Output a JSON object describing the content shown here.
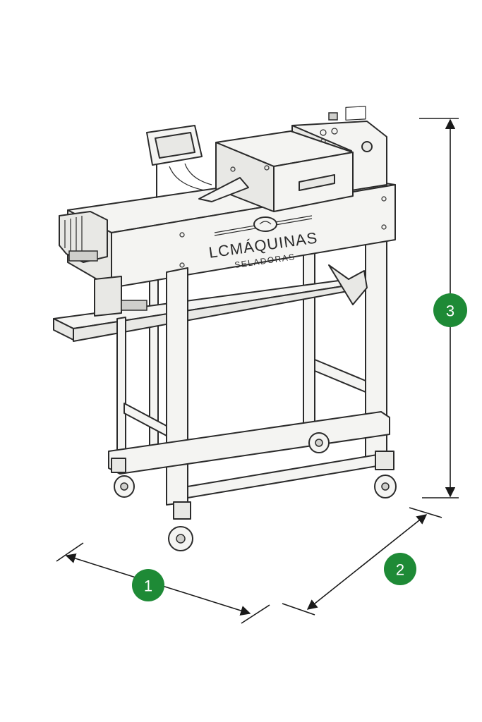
{
  "brand": {
    "name": "LCMÁQUINAS",
    "tagline": "SELADORAS"
  },
  "dimensions": [
    {
      "label": "1"
    },
    {
      "label": "2"
    },
    {
      "label": "3"
    }
  ],
  "colors": {
    "badge": "#1e8a36",
    "line": "#2b2b2b",
    "background": "#ffffff"
  }
}
